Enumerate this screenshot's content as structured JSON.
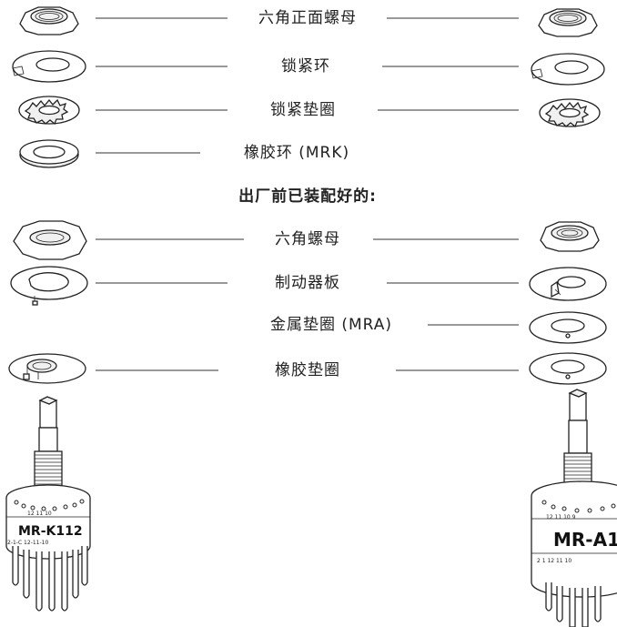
{
  "left_parts": [
    "hex-nut-thin",
    "lock-ring",
    "lock-washer",
    "rubber-ring",
    "hex-nut",
    "stop-plate",
    "rubber-washer"
  ],
  "right_parts": [
    "hex-nut-thin",
    "lock-ring",
    "lock-washer",
    "hex-nut",
    "stop-plate",
    "metal-washer",
    "rubber-washer"
  ],
  "labels": {
    "hex_face_nut": "六角正面螺母",
    "lock_ring": "锁紧环",
    "lock_washer": "锁紧垫圈",
    "rubber_ring": "橡胶环 (MRK)",
    "preassembled": "出厂前已装配好的:",
    "hex_nut": "六角螺母",
    "stop_plate": "制动器板",
    "metal_washer": "金属垫圈 (MRA)",
    "rubber_washer": "橡胶垫圈"
  },
  "switch_left": {
    "model": "MR-K112",
    "numbers": "12  11  10",
    "pin_numbers": "2-1-C 12-11-10"
  },
  "switch_right": {
    "model": "MR-A1",
    "numbers": "12    11    10    9",
    "ring_numbers": "2   1   12   11   10"
  }
}
